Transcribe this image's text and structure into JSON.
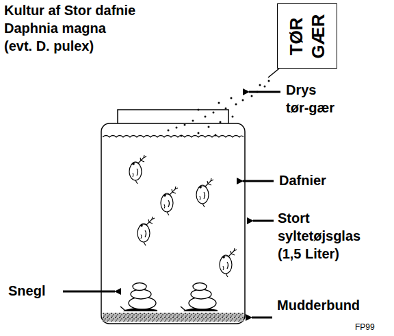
{
  "diagram": {
    "title": "Kultur af Stor dafnie Daphnia magna (evt. D. pulex)",
    "nodes": [
      {
        "text": [
          "TØR GÆR"
        ]
      }
    ],
    "labels": [
      "Drys tør-gær",
      "Dafnier",
      "Stort syltetøjsglas (1,5 Liter)",
      "Snegl",
      "Mudderbund",
      "FP99"
    ]
  }
}
